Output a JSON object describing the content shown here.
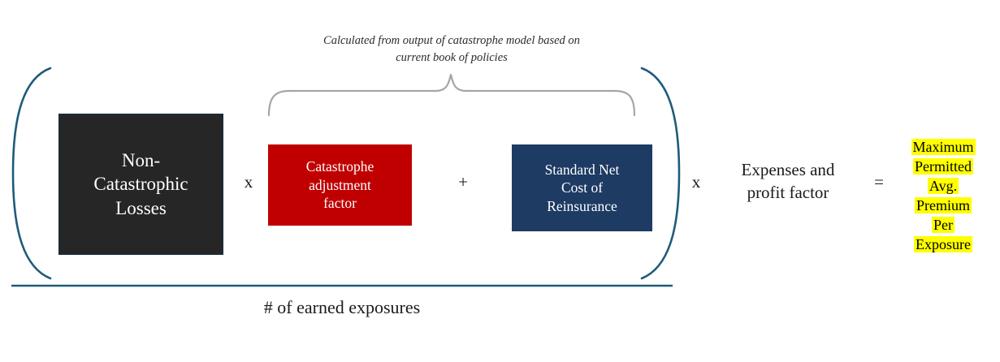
{
  "diagram": {
    "title": "Maximum Permitted Average Premium Per Exposure formula",
    "colors": {
      "non_cat_box": "#262626",
      "cat_adj_box": "#c00000",
      "reinsurance_box": "#1d3b63",
      "bracket": "#1f5b7a",
      "brace": "#a6a6a6",
      "highlight": "#ffff00",
      "text_light": "#ffffff",
      "text_dark": "#1a1a1a"
    },
    "caption": {
      "line1": "Calculated from output of catastrophe model based on",
      "line2": "current book of policies"
    },
    "boxes": {
      "non_catastrophic_losses": {
        "line1": "Non-",
        "line2": "Catastrophic",
        "line3": "Losses"
      },
      "catastrophe_adjustment_factor": {
        "line1": "Catastrophe",
        "line2": "adjustment",
        "line3": "factor"
      },
      "standard_net_cost_of_reinsurance": {
        "line1": "Standard Net",
        "line2": "Cost of",
        "line3": "Reinsurance"
      }
    },
    "operators": {
      "times_1": "x",
      "plus": "+",
      "times_2": "x",
      "equals": "="
    },
    "expenses_factor": {
      "line1": "Expenses and",
      "line2": "profit factor"
    },
    "denominator": "# of earned exposures",
    "result": {
      "line1": "Maximum",
      "line2": "Permitted",
      "line3": "Avg.",
      "line4": "Premium",
      "line5": "Per",
      "line6": "Exposure"
    }
  }
}
